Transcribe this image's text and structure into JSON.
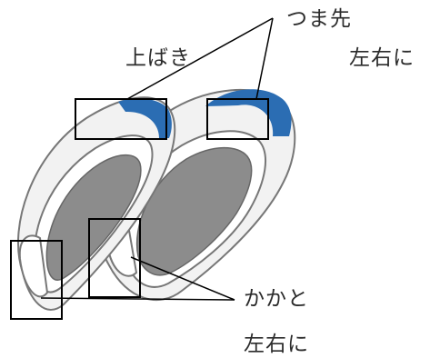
{
  "labels": {
    "shoes": "上ばき",
    "toe": "つま先",
    "toe_sides": "左右に",
    "heel": "かかと",
    "heel_sides": "左右に"
  },
  "colors": {
    "background": "#ffffff",
    "text": "#2b2b2b",
    "outline": "#777777",
    "toe_accent": "#2b6db3",
    "sole_gray": "#8c8c8c",
    "shoe_body": "#f2f2f2",
    "box_stroke": "#000000"
  },
  "icons": {
    "shoe": "slipper-shoe-illustration"
  }
}
